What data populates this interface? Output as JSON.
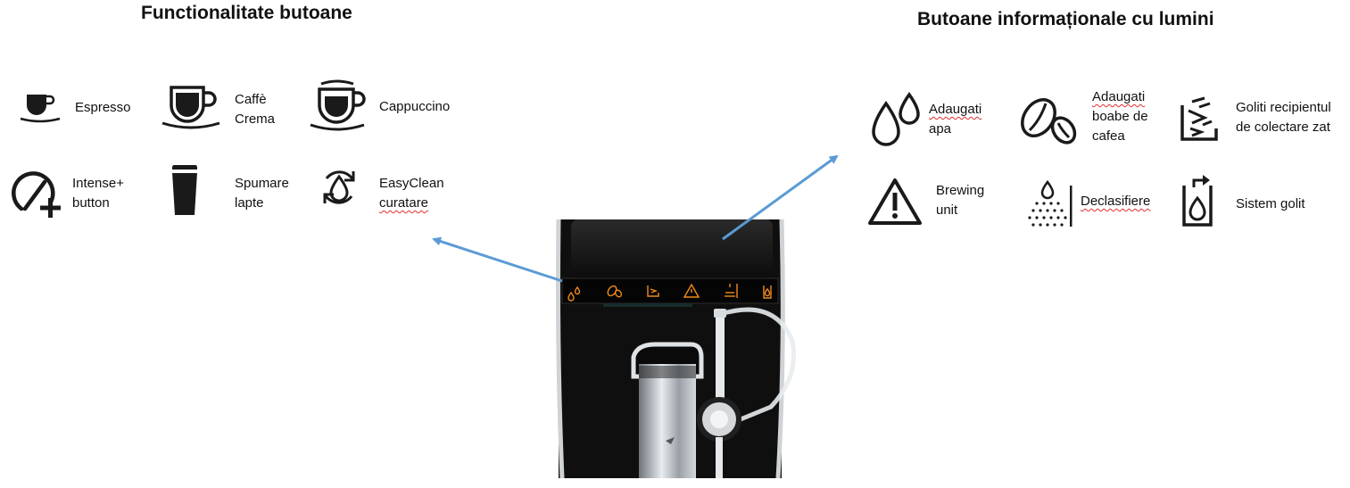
{
  "left_section": {
    "title": "Functionalitate butoane",
    "items": [
      {
        "icon": "espresso-cup-icon",
        "lines": [
          "Espresso"
        ]
      },
      {
        "icon": "caffe-crema-cup-icon",
        "lines": [
          "Caffè",
          "Crema"
        ]
      },
      {
        "icon": "cappuccino-cup-icon",
        "lines": [
          "Cappuccino"
        ]
      },
      {
        "icon": "intense-plus-icon",
        "lines": [
          "Intense+",
          "button"
        ]
      },
      {
        "icon": "milk-glass-icon",
        "lines": [
          "Spumare",
          "lapte"
        ]
      },
      {
        "icon": "easyclean-icon",
        "lines": [
          "EasyClean",
          "curatare"
        ]
      }
    ]
  },
  "right_section": {
    "title": "Butoane informaționale cu lumini",
    "items": [
      {
        "icon": "water-drops-icon",
        "lines": [
          "Adaugati",
          "apa"
        ]
      },
      {
        "icon": "coffee-beans-icon",
        "lines": [
          "Adaugati",
          "boabe de",
          "cafea"
        ]
      },
      {
        "icon": "grounds-container-icon",
        "lines": [
          "Goliti recipientul",
          "de colectare zat"
        ]
      },
      {
        "icon": "warning-triangle-icon",
        "lines": [
          "Brewing",
          "unit"
        ]
      },
      {
        "icon": "descaling-icon",
        "lines": [
          "Declasifiere"
        ]
      },
      {
        "icon": "system-empty-icon",
        "lines": [
          "Sistem golit"
        ]
      }
    ]
  },
  "colors": {
    "icon": "#1a1a1a",
    "arrow": "#5b9bd5",
    "panel_light": "#f08a1c",
    "machine_body": "#111111",
    "spellcheck": "#e03030"
  }
}
